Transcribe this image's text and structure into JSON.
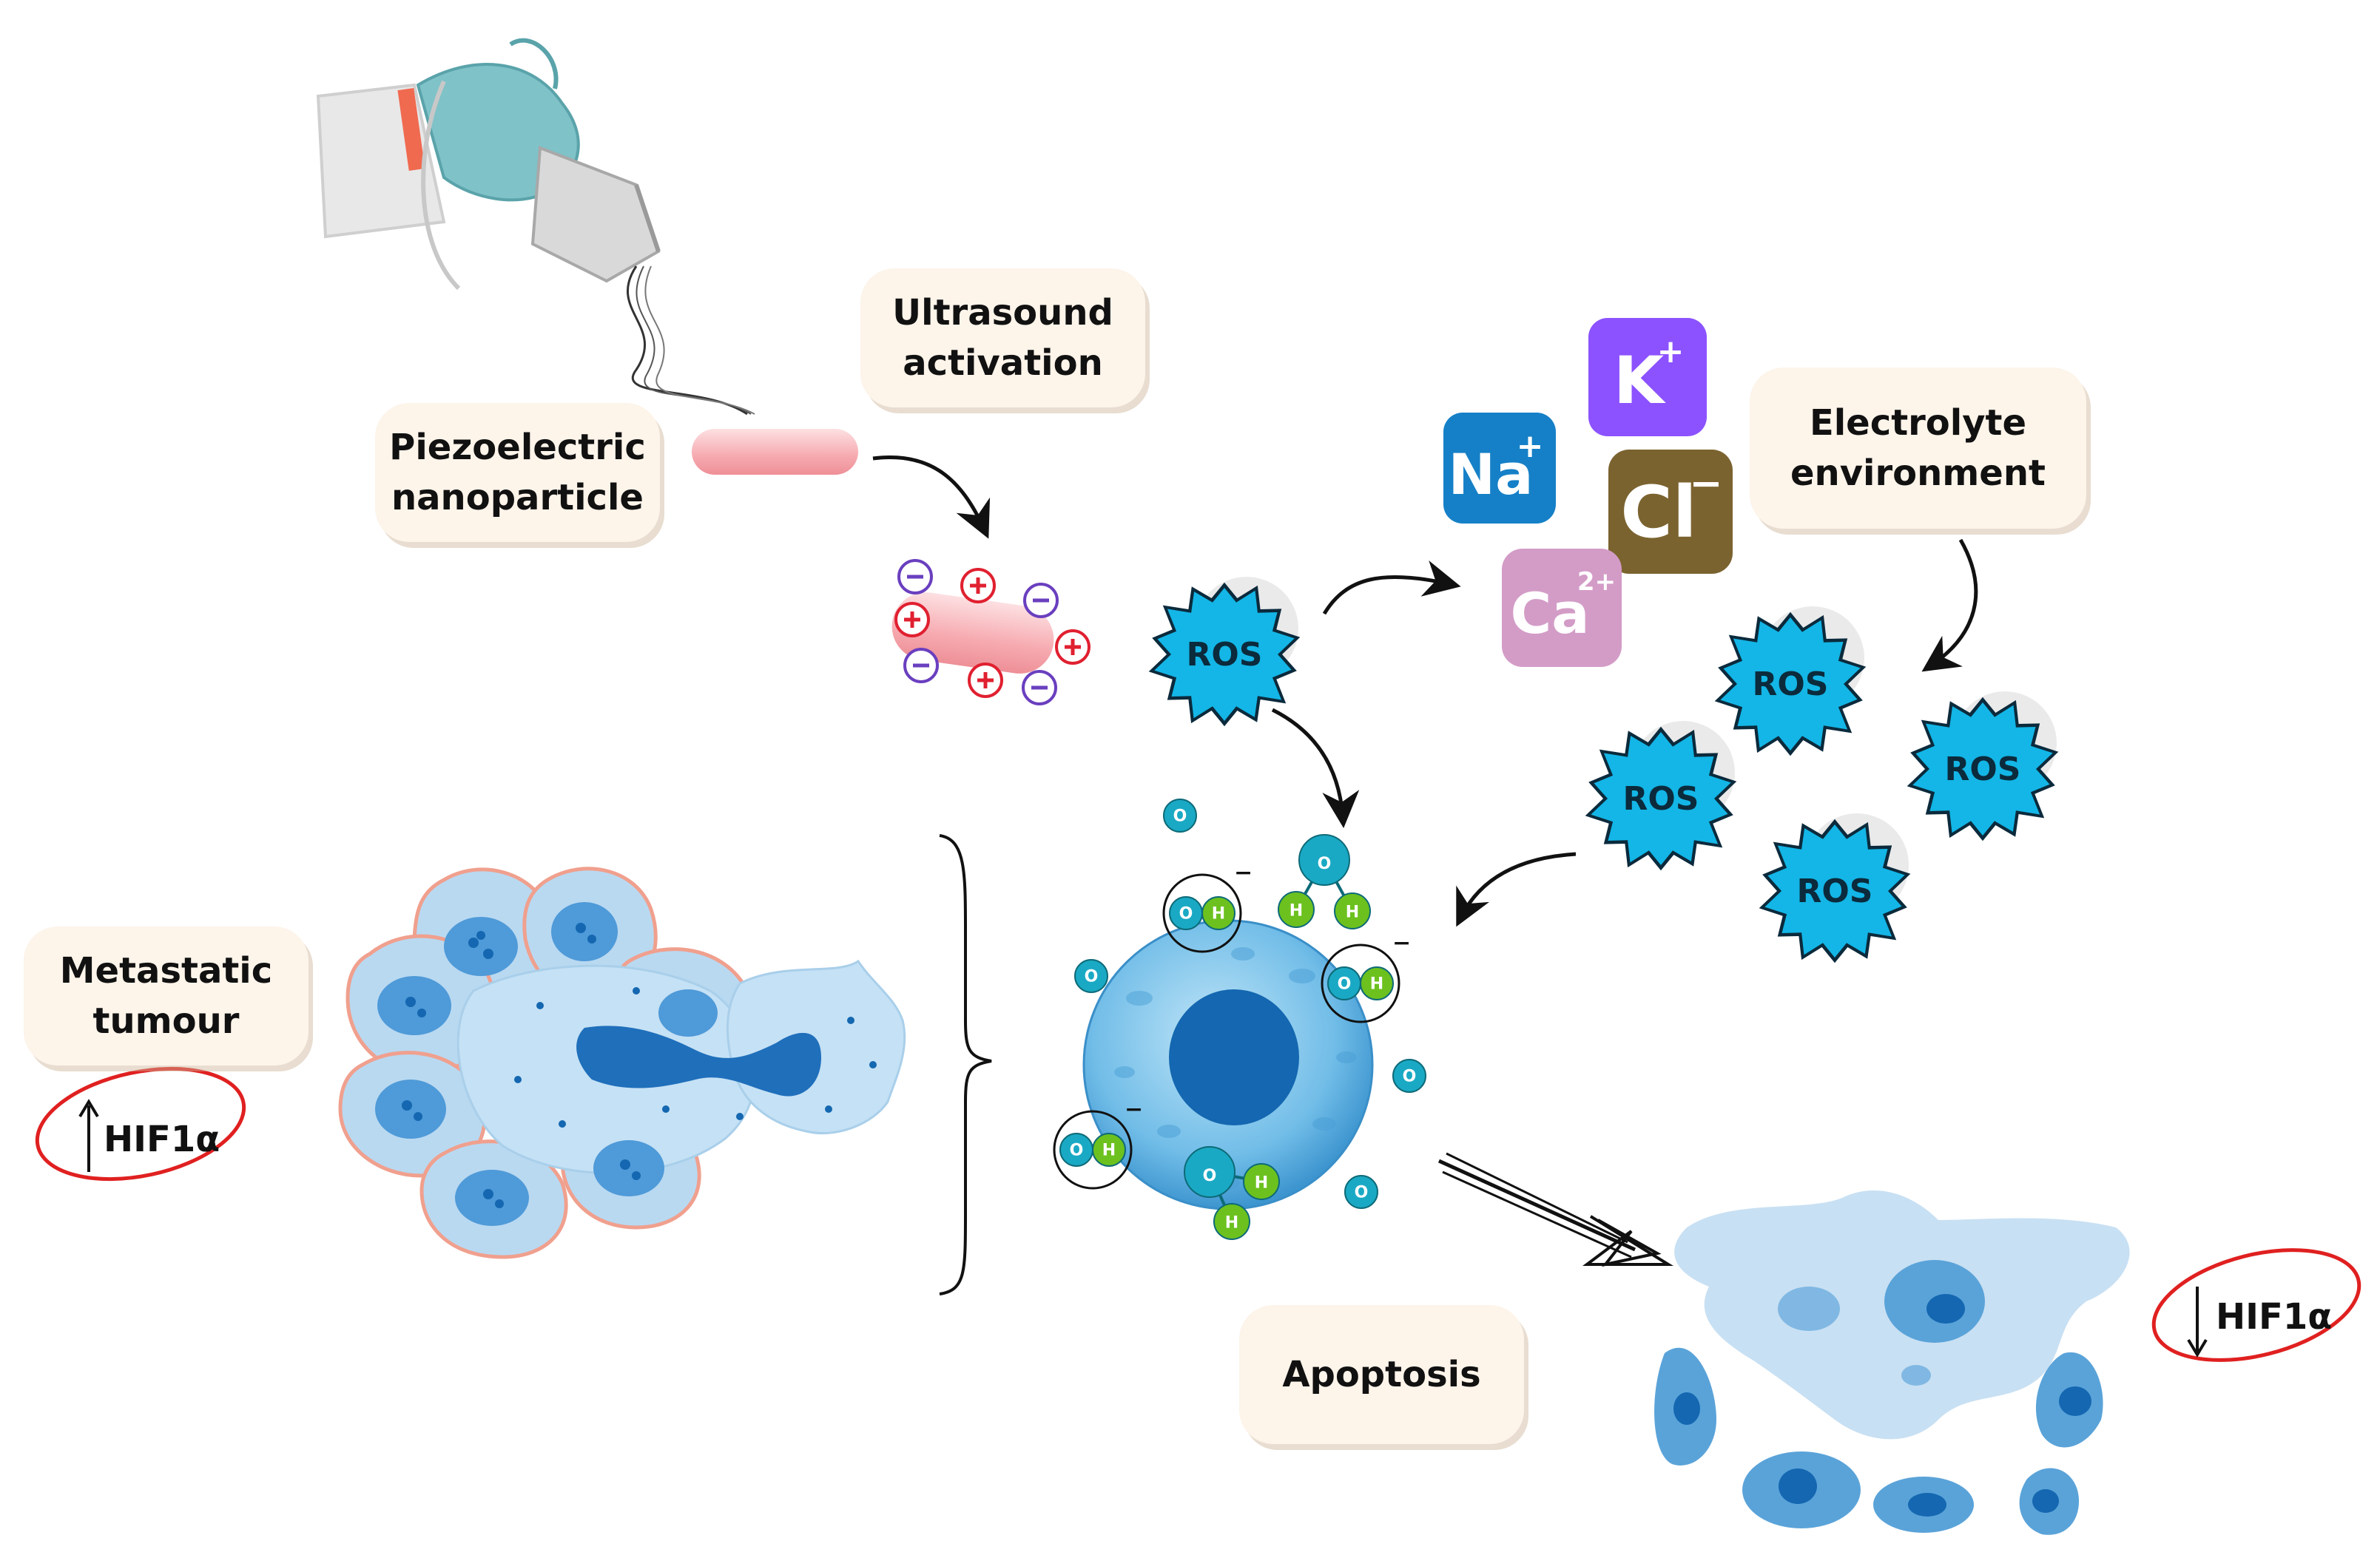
{
  "labels": {
    "ultrasound": [
      "Ultrasound",
      "activation"
    ],
    "piezo": [
      "Piezoelectric",
      "nanoparticle"
    ],
    "electrolyte": [
      "Electrolyte",
      "environment"
    ],
    "metastatic": [
      "Metastatic",
      "tumour"
    ],
    "apoptosis": "Apoptosis"
  },
  "ions": {
    "k": {
      "symbol": "K",
      "charge": "+",
      "color": "#8c52ff"
    },
    "na": {
      "symbol": "Na",
      "charge": "+",
      "color": "#1580c7"
    },
    "cl": {
      "symbol": "Cl",
      "charge": "−",
      "color": "#7b6330"
    },
    "ca": {
      "symbol": "Ca",
      "charge": "2+",
      "color": "#d39cc7"
    }
  },
  "ros_label": "ROS",
  "hif": {
    "tumour": {
      "text": "HIF1α",
      "direction": "up"
    },
    "apoptotic": {
      "text": "HIF1α",
      "direction": "down"
    }
  },
  "atoms": {
    "oxygen": "O",
    "hydrogen": "H"
  },
  "charges": {
    "positive": "+",
    "negative": "−"
  },
  "colors": {
    "label_bg": "#fdf4ea",
    "ros_fill": "#13b6e6",
    "nanoparticle": "#f4a3a8",
    "cell_blue": "#5aaee0",
    "nucleus": "#1467b0",
    "oxygen_atom": "#1aa9c4",
    "hydrogen_atom": "#6cc11f",
    "hif_circle": "#e02020"
  }
}
